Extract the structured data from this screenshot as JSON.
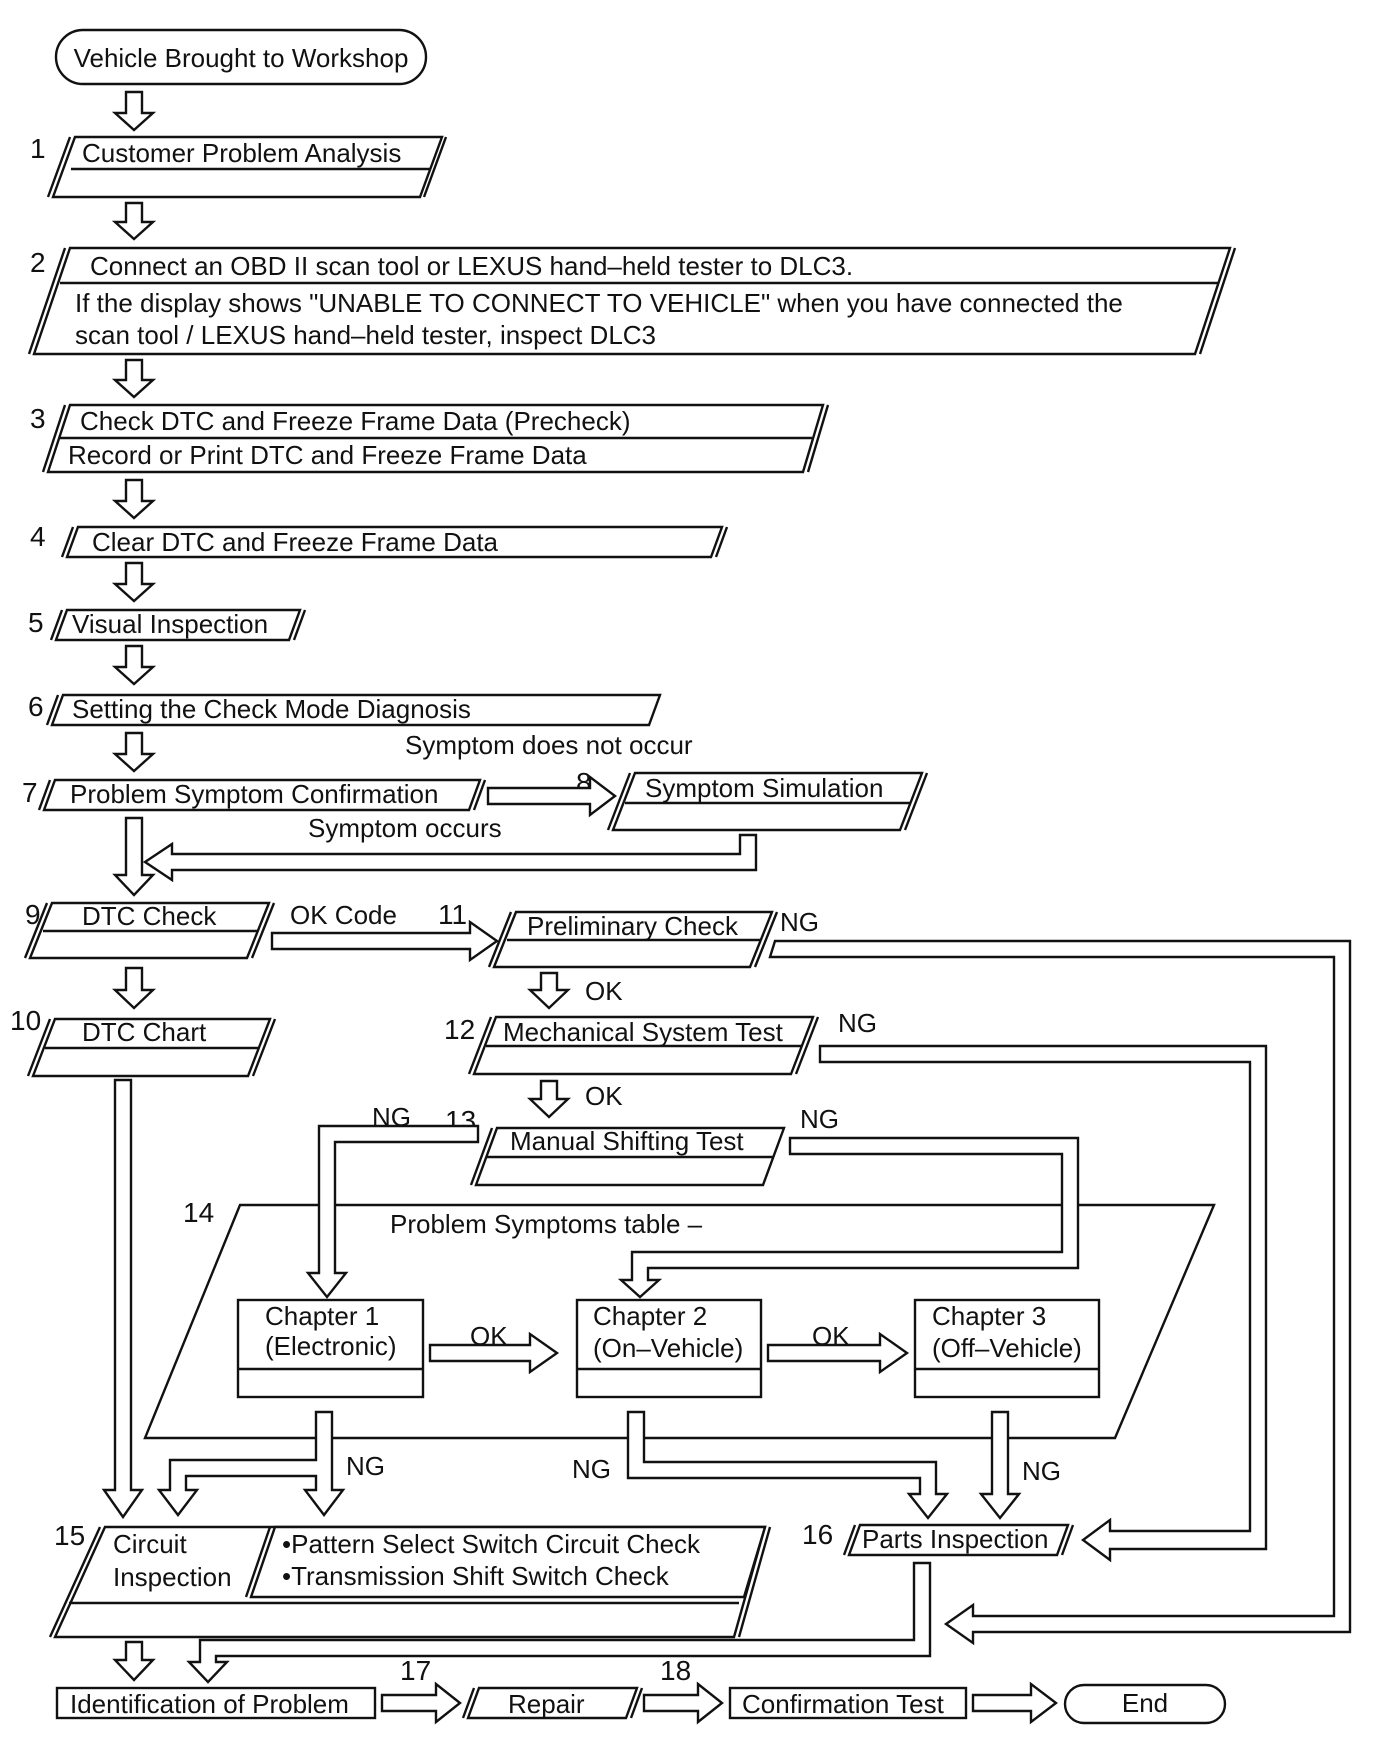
{
  "start": "Vehicle Brought to Workshop",
  "steps": {
    "s1": {
      "num": "1",
      "label": "Customer Problem Analysis"
    },
    "s2": {
      "num": "2",
      "label": "Connect an OBD II scan tool or LEXUS hand–held tester to DLC3.",
      "note_line1": "If the display shows \"UNABLE TO CONNECT TO VEHICLE\" when you have connected the",
      "note_line2": "scan tool / LEXUS hand–held tester, inspect DLC3"
    },
    "s3": {
      "num": "3",
      "label": "Check DTC and Freeze Frame Data (Precheck)",
      "label2": "Record or Print DTC and Freeze Frame Data"
    },
    "s4": {
      "num": "4",
      "label": "Clear DTC and Freeze Frame Data"
    },
    "s5": {
      "num": "5",
      "label": "Visual Inspection"
    },
    "s6": {
      "num": "6",
      "label": "Setting the Check Mode Diagnosis"
    },
    "s7": {
      "num": "7",
      "label": "Problem Symptom Confirmation"
    },
    "s8": {
      "num": "8",
      "label": "Symptom Simulation"
    },
    "s9": {
      "num": "9",
      "label": "DTC Check"
    },
    "s10": {
      "num": "10",
      "label": "DTC Chart"
    },
    "s11": {
      "num": "11",
      "label": "Preliminary Check"
    },
    "s12": {
      "num": "12",
      "label": "Mechanical System Test"
    },
    "s13": {
      "num": "13",
      "label": "Manual Shifting Test"
    },
    "s14": {
      "num": "14",
      "label": "Problem Symptoms table –"
    },
    "s15": {
      "num": "15",
      "label_line1": "Circuit",
      "label_line2": "Inspection",
      "item1": "•Pattern Select Switch Circuit Check",
      "item2": "•Transmission Shift Switch Check"
    },
    "s16": {
      "num": "16",
      "label": "Parts Inspection"
    },
    "s17": {
      "num": "17",
      "label": "Repair"
    },
    "s18": {
      "num": "18",
      "label": "Confirmation Test"
    }
  },
  "chapters": {
    "c1": {
      "line1": "Chapter 1",
      "line2": "(Electronic)"
    },
    "c2": {
      "line1": "Chapter 2",
      "line2": "(On–Vehicle)"
    },
    "c3": {
      "line1": "Chapter 3",
      "line2": "(Off–Vehicle)"
    }
  },
  "identification": "Identification of Problem",
  "end": "End",
  "labels": {
    "symptom_not_occur": "Symptom does not occur",
    "symptom_occurs": "Symptom occurs",
    "ok_code": "OK Code",
    "ok": "OK",
    "ng": "NG"
  }
}
